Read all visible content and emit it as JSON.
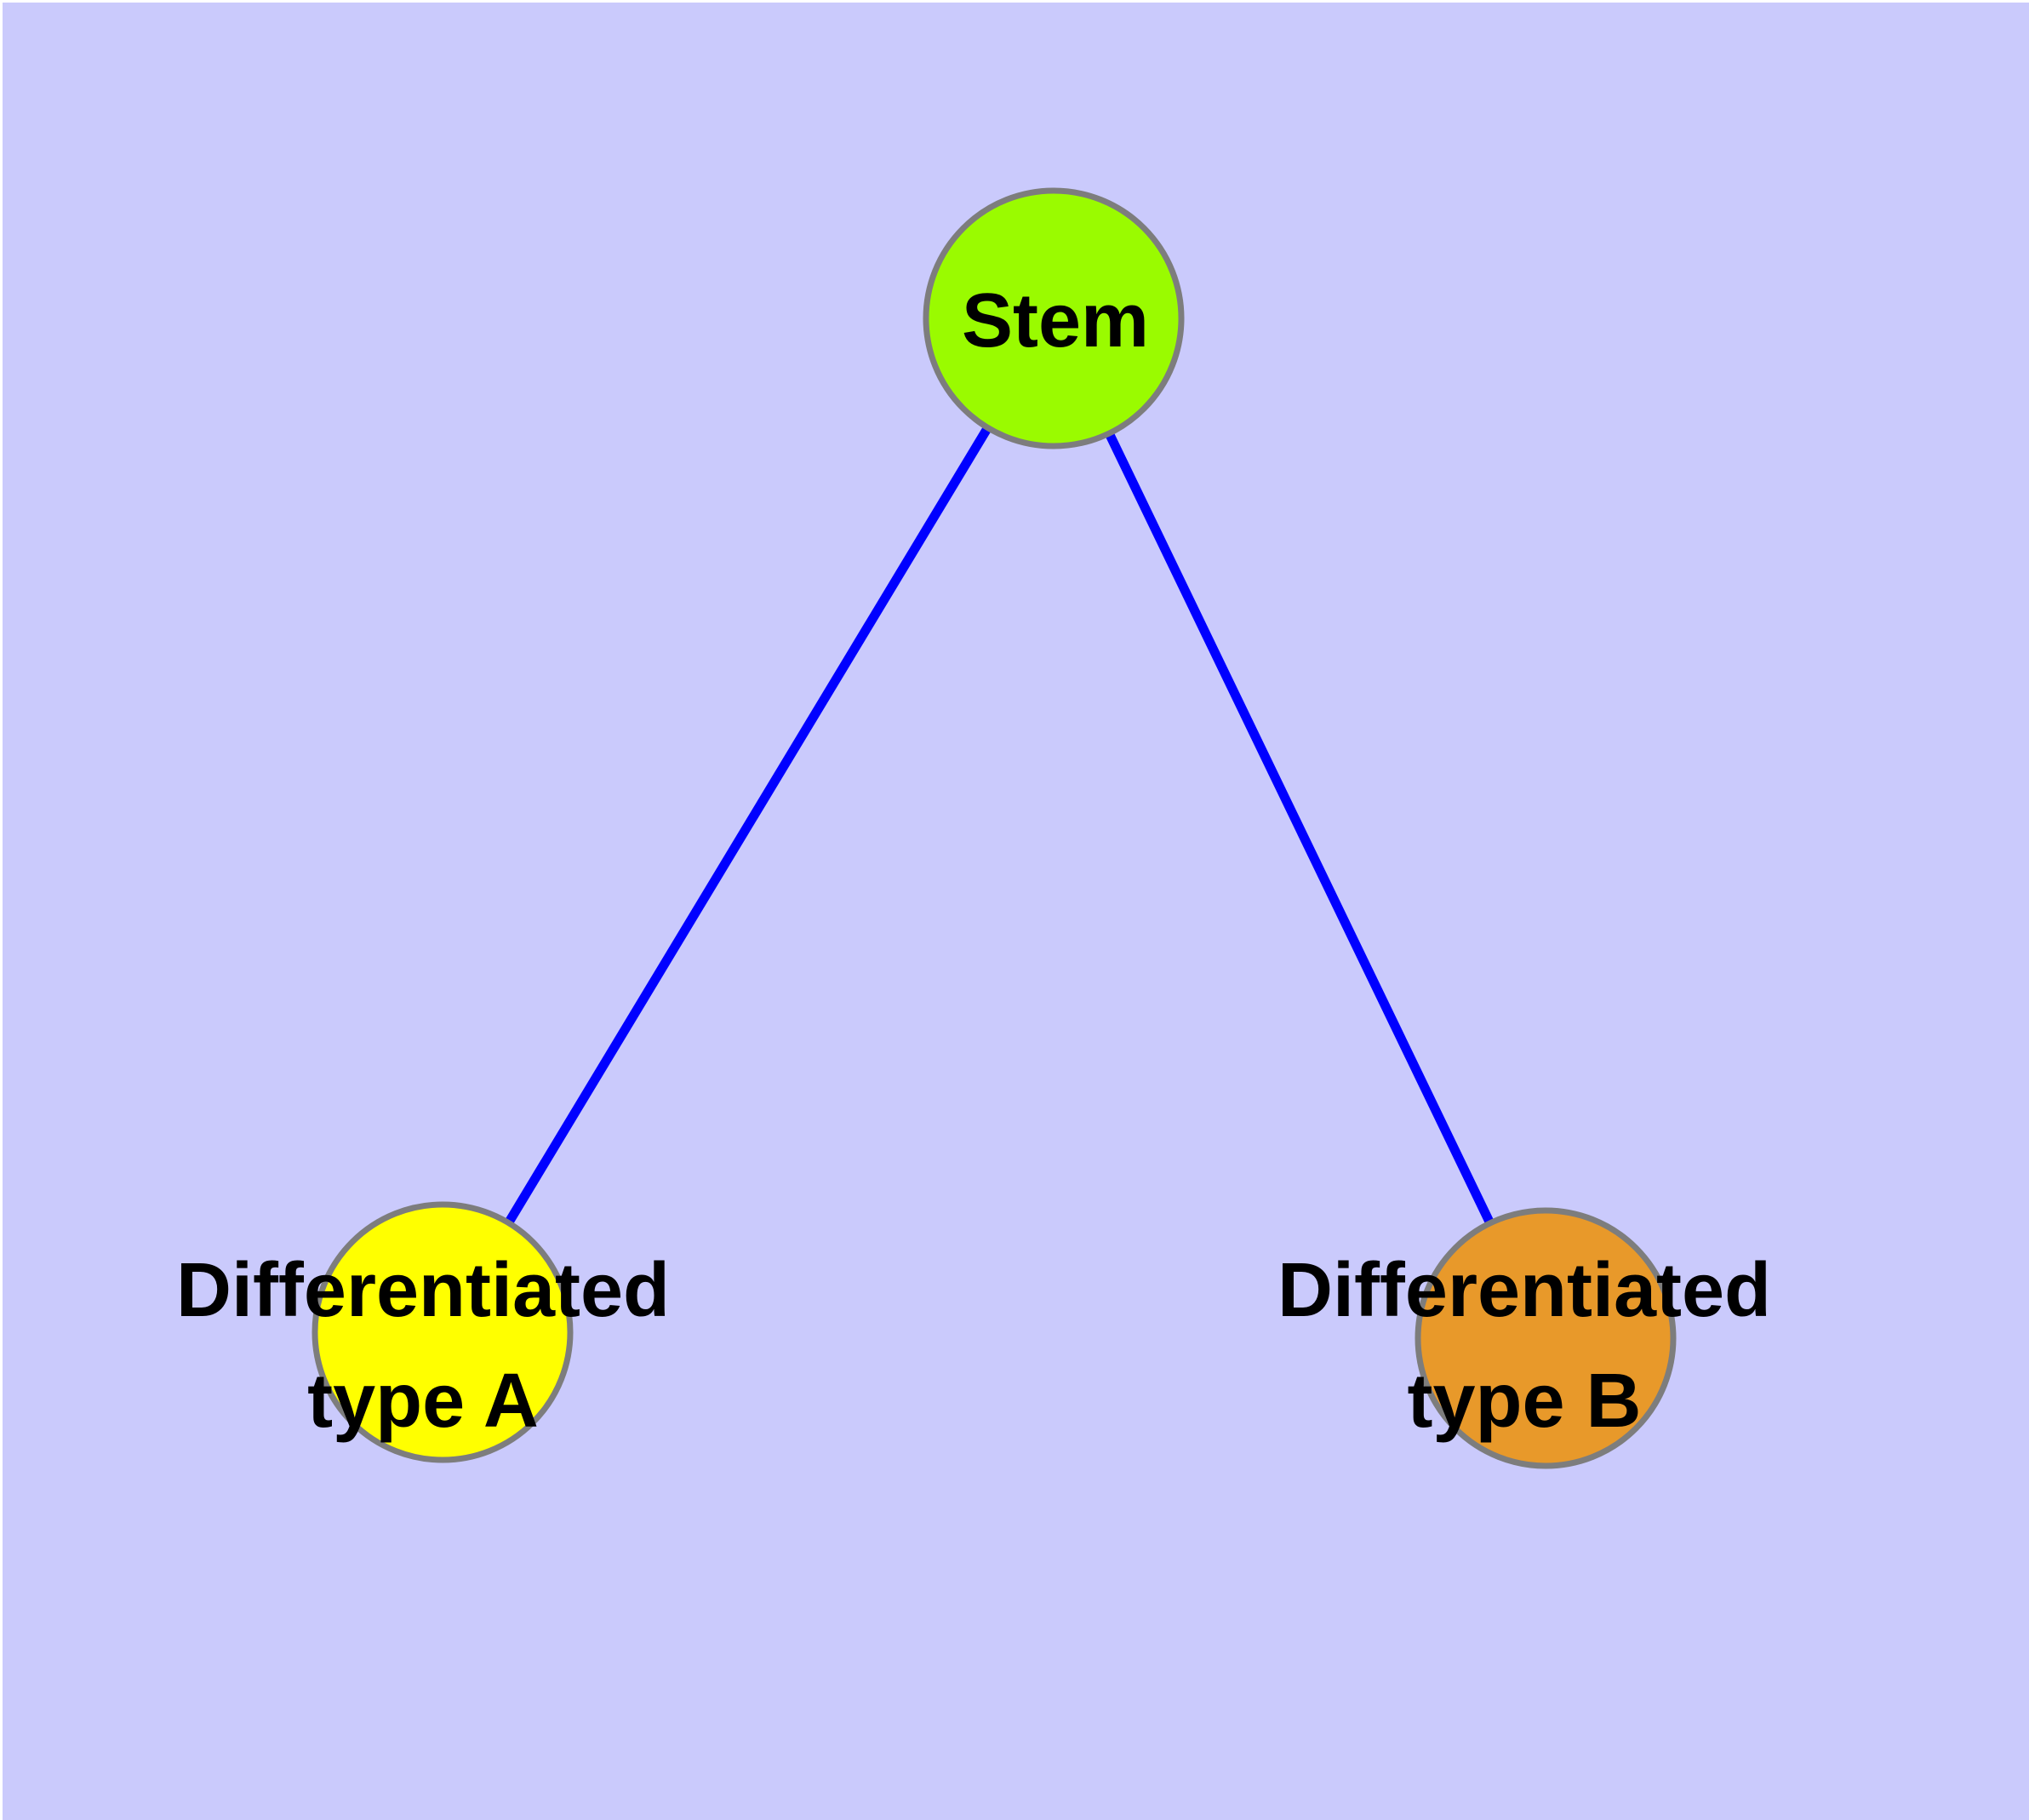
{
  "colors": {
    "page_margin": "#FFFFFF",
    "background": "#CACAFC",
    "edge": "#0000FF",
    "node_border": "#7D7D7D",
    "label_text": "#000000"
  },
  "graph": {
    "nodes": [
      {
        "id": "stem",
        "label": "Stem",
        "fill": "#9AFB00"
      },
      {
        "id": "type-a",
        "label_line1": "Differentiated",
        "label_line2": "type A",
        "fill": "#FFFF00"
      },
      {
        "id": "type-b",
        "label_line1": "Differentiated",
        "label_line2": "type B",
        "fill": "#E8992A"
      }
    ],
    "edges": [
      {
        "from": "Stem",
        "to": "Differentiated type A"
      },
      {
        "from": "Stem",
        "to": "Differentiated type B"
      }
    ]
  }
}
